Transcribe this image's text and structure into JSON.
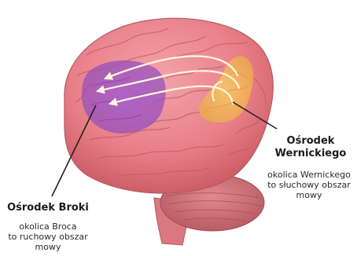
{
  "colors": {
    "brain": "#e87f88",
    "brain_shadow": "#c9575f",
    "broca_region": "#9a4fc4",
    "wernicke_region": "#f2b655",
    "arrow": "#fff6dc",
    "pointer_line": "#222222"
  },
  "broca": {
    "title": "Ośrodek Broki",
    "desc_lines": [
      "okolica Broca",
      "to ruchowy obszar",
      "mowy"
    ]
  },
  "wernicke": {
    "title_lines": [
      "Ośrodek",
      "Wernickiego"
    ],
    "desc_lines": [
      "okolica Wernickego",
      "to słuchowy obszar",
      "mowy"
    ]
  }
}
